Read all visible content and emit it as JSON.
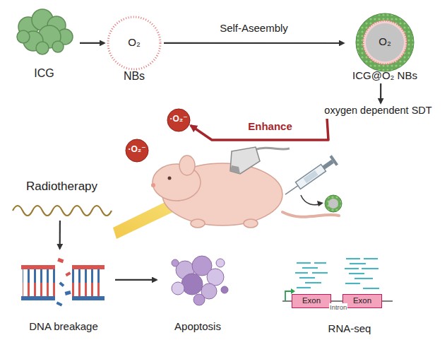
{
  "diagram": {
    "nodes": [
      {
        "text": [
          "ICG"
        ]
      },
      {
        "text": [
          "O₂",
          "NBs"
        ]
      },
      {
        "text": [
          "O₂",
          "ICG@O₂ NBs"
        ]
      },
      {
        "text": [
          "oxygen dependent SDT"
        ]
      },
      {
        "text": [
          "·O₂⁻"
        ]
      },
      {
        "text": [
          "·O₂⁻"
        ]
      },
      {
        "text": [
          "Radiotherapy"
        ]
      },
      {
        "text": [
          "DNA breakage"
        ]
      },
      {
        "text": [
          "Apoptosis"
        ]
      },
      {
        "text": [
          "RNA-seq"
        ]
      },
      {
        "text": [
          "Exon"
        ]
      },
      {
        "text": [
          "Exon"
        ]
      }
    ],
    "edges": [
      {
        "from": 0,
        "to": 1,
        "arrow": "to"
      },
      {
        "from": 1,
        "to": 2,
        "label": "Self-Aseembly",
        "arrow": "to"
      },
      {
        "from": 2,
        "to": 3,
        "arrow": "to"
      },
      {
        "from": 3,
        "to": 4,
        "label": "Enhance",
        "arrow": "to"
      },
      {
        "from": 6,
        "to": 7,
        "arrow": "to"
      },
      {
        "from": 7,
        "to": 8,
        "arrow": "to"
      }
    ],
    "labels": [
      "Intron"
    ]
  }
}
